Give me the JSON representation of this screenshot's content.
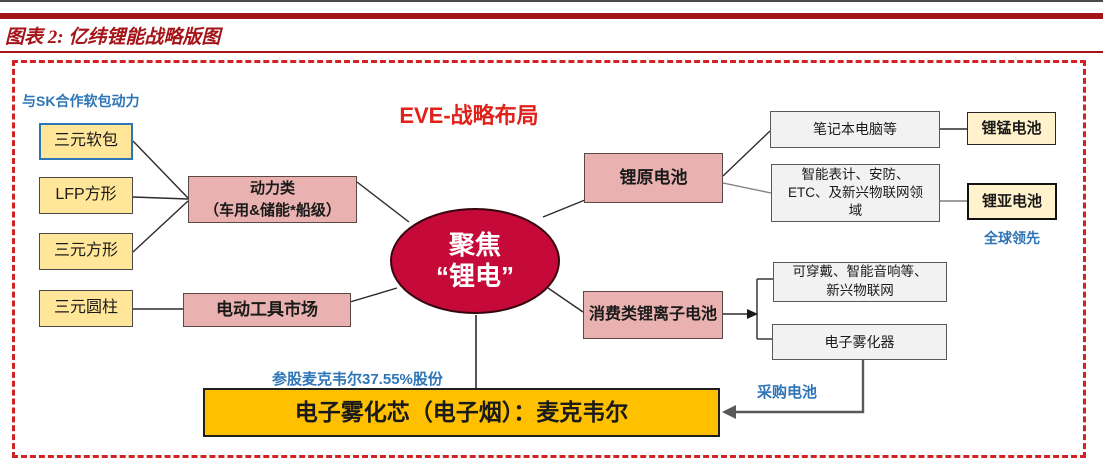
{
  "header": {
    "figure_title": "图表 2: 亿纬锂能战略版图"
  },
  "diagram": {
    "title": "EVE-战略布局",
    "center_ellipse": {
      "lines": [
        "聚焦",
        "“锂电”"
      ]
    },
    "left": {
      "sk_note": "与SK合作软包动力",
      "cells": [
        "三元软包",
        "LFP方形",
        "三元方形",
        "三元圆柱"
      ],
      "power_category": {
        "lines": [
          "动力类",
          "（车用&储能*船级）"
        ]
      },
      "power_tools": "电动工具市场"
    },
    "right": {
      "lithium_primary": "锂原电池",
      "laptop": "笔记本电脑等",
      "smart_meter": {
        "lines": [
          "智能表计、安防、",
          "ETC、及新兴物联网领",
          "域"
        ]
      },
      "li_mn": "锂锰电池",
      "li_socl2": "锂亚电池",
      "global_leader_note": "全球领先",
      "consumer_li_ion": "消费类锂离子电池",
      "wearables": {
        "lines": [
          "可穿戴、智能音响等、",
          "新兴物联网"
        ]
      },
      "atomizer": "电子雾化器",
      "purchase_note": "采购电池"
    },
    "bottom": {
      "stake_note": "参股麦克韦尔37.55%股份",
      "smoore": "电子雾化芯（电子烟）：麦克韦尔"
    }
  },
  "colors": {
    "accent_red": "#A51418",
    "diagram_title_red": "#E0221A",
    "dashed_border_red": "#D12323",
    "note_blue": "#2E75B6",
    "ellipse_fill": "#C50939",
    "pink_fill": "#E9B2B0",
    "yellow_fill": "#FFE699",
    "cream_fill": "#FFF2CC",
    "orange_fill": "#FFC000",
    "gray_fill": "#F2F2F2"
  }
}
